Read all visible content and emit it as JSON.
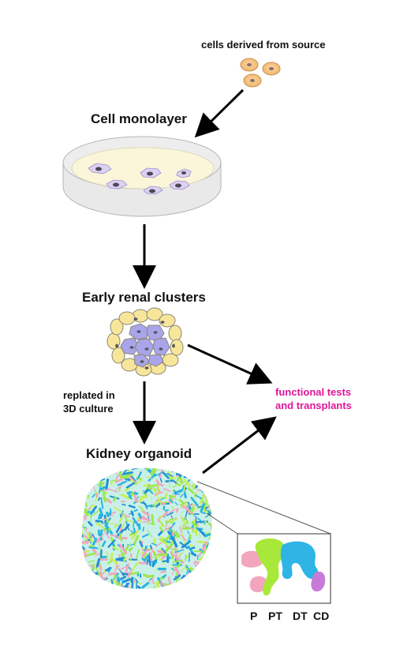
{
  "labels": {
    "source": "cells derived from source",
    "monolayer": "Cell monolayer",
    "clusters": "Early renal clusters",
    "replated_line1": "replated in",
    "replated_line2": "3D culture",
    "organoid": "Kidney organoid",
    "functional_line1": "functional tests",
    "functional_line2": "and transplants"
  },
  "segments": [
    {
      "label": "P",
      "color": "#f2a6bd"
    },
    {
      "label": "PT",
      "color": "#a8e83a"
    },
    {
      "label": "DT",
      "color": "#2fb4e6"
    },
    {
      "label": "CD",
      "color": "#c77ad8"
    }
  ],
  "colors": {
    "accent_text": "#e0169a",
    "arrow": "#000000",
    "cell_fill": "#f6c986",
    "cell_outline": "#c88f4a",
    "dish_fill": "#fbf6d9",
    "dish_rim": "#e8e8e8",
    "monolayer_cell": "#d9ccf2",
    "cluster_outer": "#f7e69a",
    "cluster_inner": "#a9a5ea",
    "organoid_colors": [
      "#27b4e0",
      "#9be84d",
      "#f2a6bd",
      "#1f8fd6",
      "#c5ef5c"
    ]
  }
}
